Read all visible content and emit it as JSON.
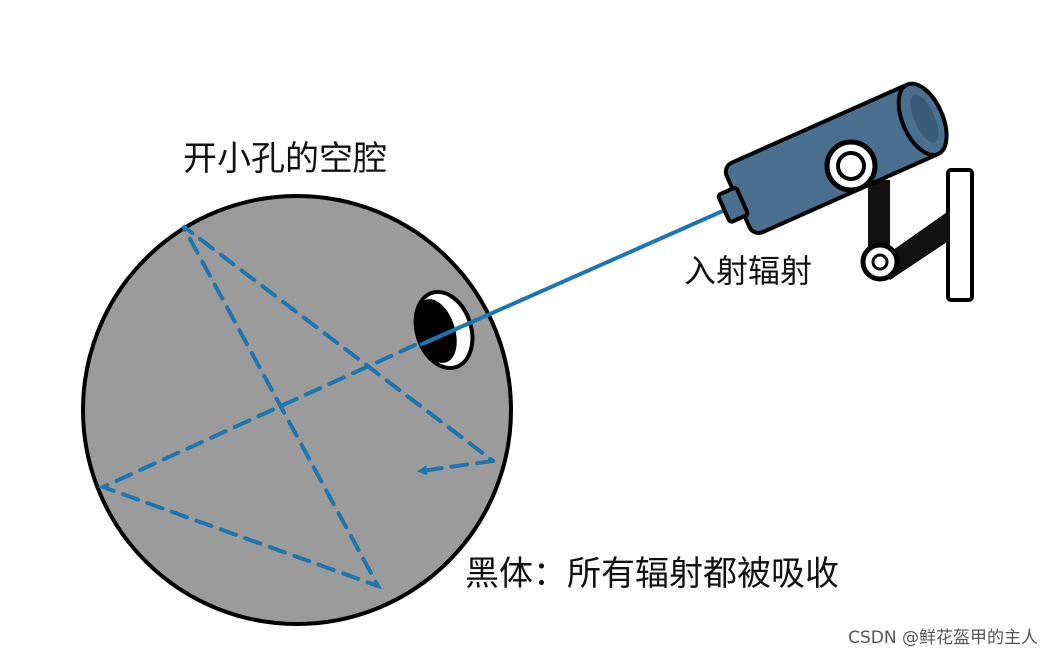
{
  "labels": {
    "cavity": "开小孔的空腔",
    "incident": "入射辐射",
    "blackbody": "黑体：所有辐射都被吸收"
  },
  "watermark": "CSDN @鲜花盔甲的主人",
  "colors": {
    "cavity_fill": "#9b9b9b",
    "outline": "#000000",
    "ray": "#1f75ad",
    "camera_body": "#4a6f8f",
    "camera_bracket": "#111111",
    "background": "#ffffff"
  },
  "icons": [
    "cavity-sphere",
    "hole-opening",
    "camera-icon",
    "incident-ray",
    "reflection-arrows"
  ]
}
